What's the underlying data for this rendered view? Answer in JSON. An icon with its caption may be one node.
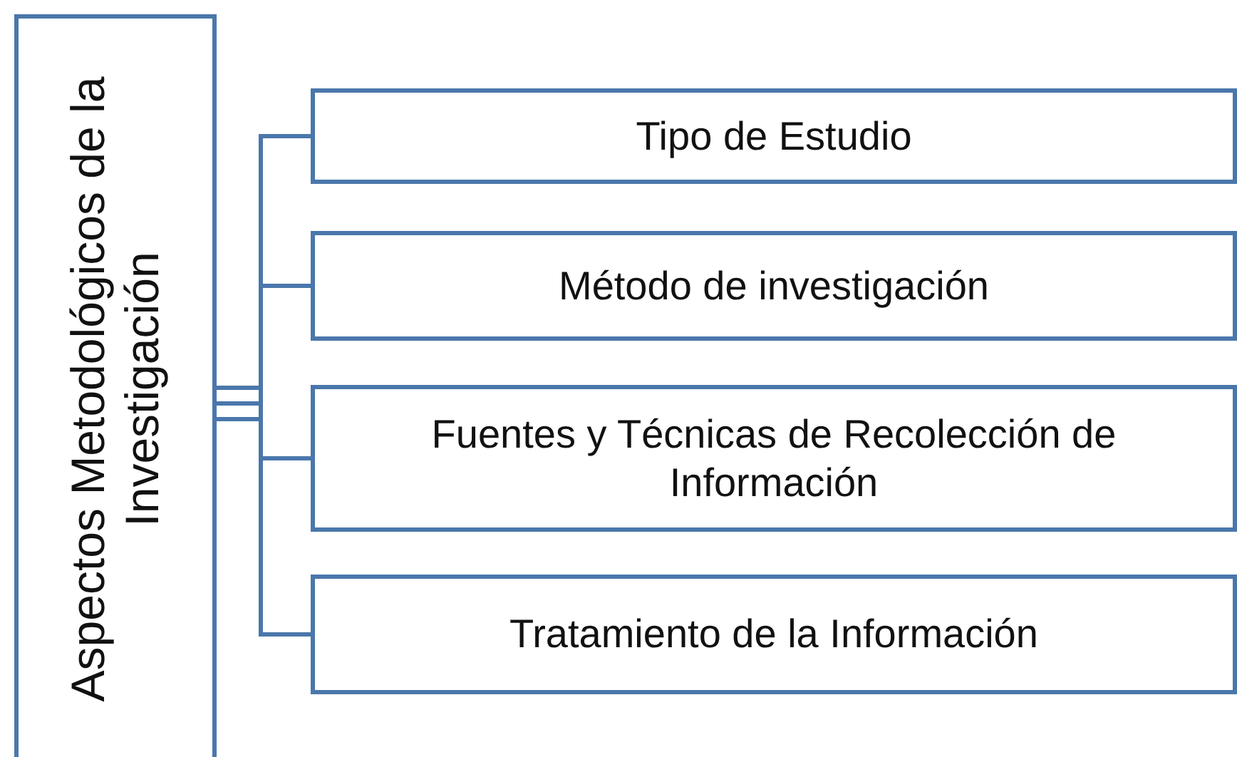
{
  "diagram": {
    "nodes": [
      {
        "text": [
          "Aspectos Metodológicos de la Investigación"
        ]
      },
      {
        "text": [
          "Tipo de Estudio"
        ]
      },
      {
        "text": [
          "Método de investigación"
        ]
      },
      {
        "text": [
          "Fuentes y Técnicas de Recolección de Información"
        ]
      },
      {
        "text": [
          "Tratamiento de la Información"
        ]
      }
    ],
    "edges": [
      {
        "from": 0,
        "to": 1,
        "arrow": "none"
      },
      {
        "from": 0,
        "to": 2,
        "arrow": "none"
      },
      {
        "from": 0,
        "to": 3,
        "arrow": "none"
      },
      {
        "from": 0,
        "to": 4,
        "arrow": "none"
      }
    ]
  }
}
